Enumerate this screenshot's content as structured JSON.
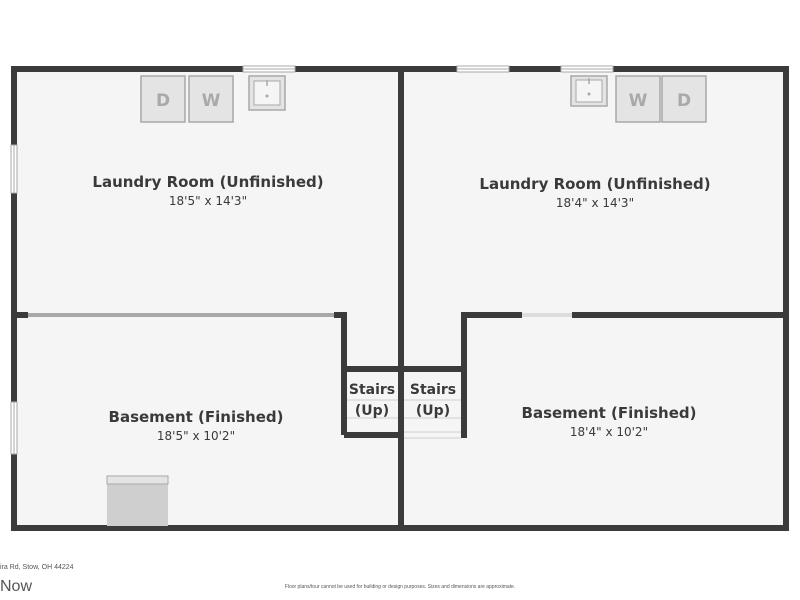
{
  "rooms": {
    "laundry_left": {
      "name": "Laundry Room (Unfinished)",
      "dims": "18'5\" x 14'3\""
    },
    "laundry_right": {
      "name": "Laundry Room (Unfinished)",
      "dims": "18'4\" x 14'3\""
    },
    "basement_left": {
      "name": "Basement (Finished)",
      "dims": "18'5\" x 10'2\""
    },
    "basement_right": {
      "name": "Basement (Finished)",
      "dims": "18'4\" x 10'2\""
    }
  },
  "stairs": {
    "left": {
      "line1": "Stairs",
      "line2": "(Up)"
    },
    "right": {
      "line1": "Stairs",
      "line2": "(Up)"
    }
  },
  "appliances": {
    "left": {
      "dryer": "D",
      "washer": "W"
    },
    "right": {
      "washer": "W",
      "dryer": "D"
    }
  },
  "footer": {
    "address": "ira Rd, Stow, OH 44224",
    "brand": "Now",
    "disclaimer": "Floor plans/tour cannot be used for building or design purposes. Sizes and dimensions are approximate."
  },
  "colors": {
    "wall": "#3b3b3b",
    "floor": "#f5f5f5",
    "fixture": "#dcdcdc",
    "fixture_stroke": "#a8a8a8"
  }
}
